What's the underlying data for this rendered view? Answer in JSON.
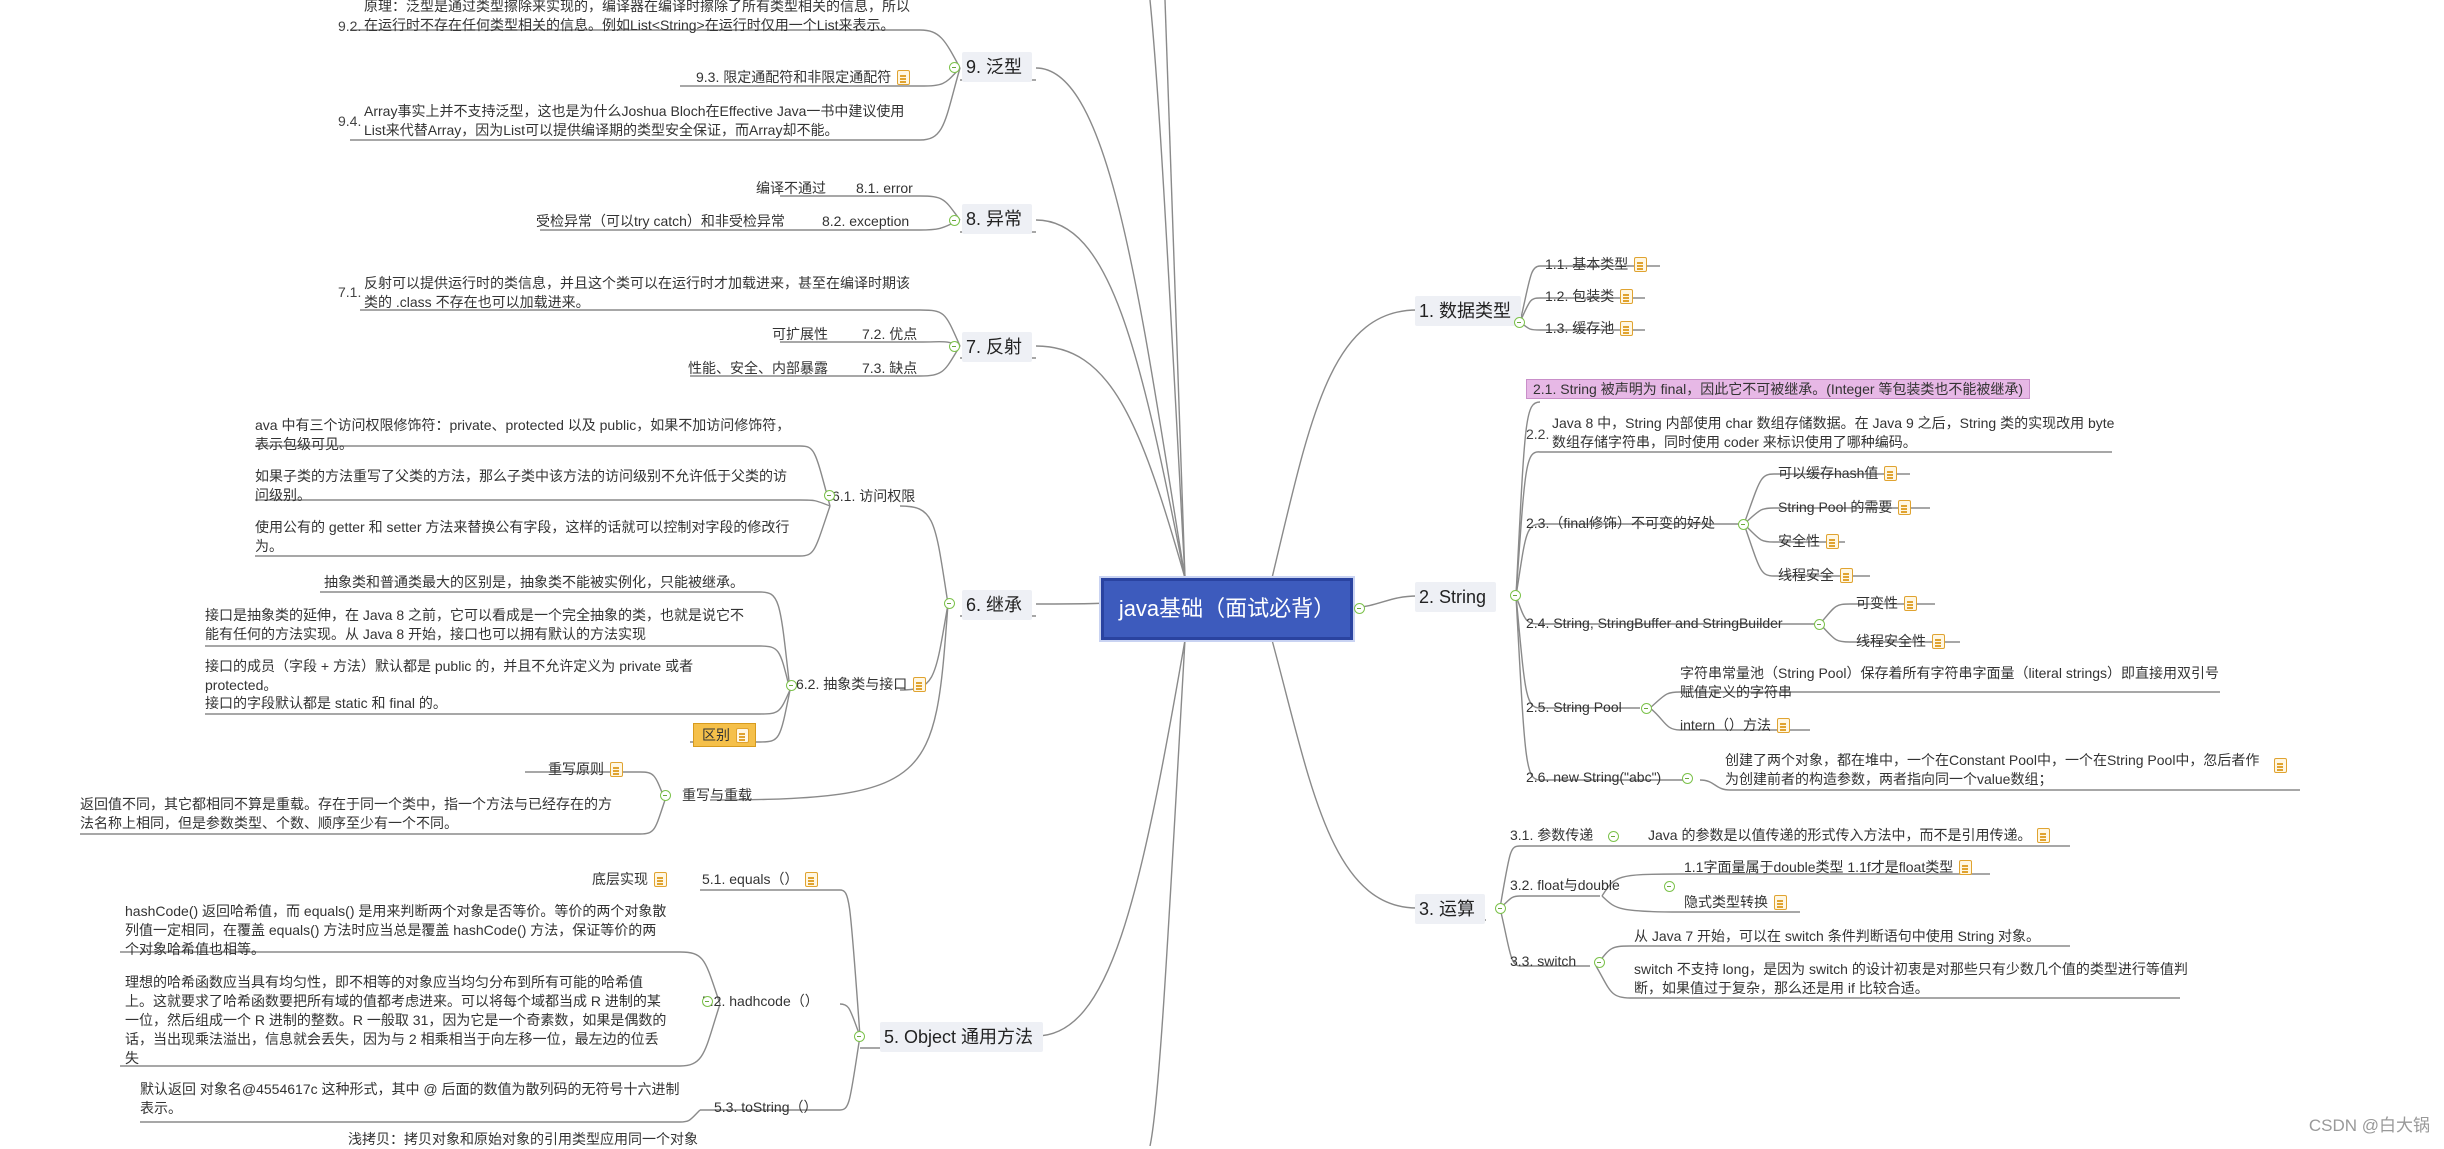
{
  "root": "java基础（面试必背）",
  "watermark": "CSDN @白大锅",
  "right": {
    "b1": {
      "label": "1. 数据类型",
      "items": [
        "1.1. 基本类型",
        "1.2. 包装类",
        "1.3. 缓存池"
      ]
    },
    "b2": {
      "label": "2. String",
      "i21": "2.1. String 被声明为 final，因此它不可被继承。(Integer 等包装类也不能被继承)",
      "i22_num": "2.2.",
      "i22": "Java 8 中，String 内部使用 char 数组存储数据。在 Java 9 之后，String 类的实现改用 byte 数组存储字符串，同时使用 coder 来标识使用了哪种编码。",
      "i23": "2.3.（final修饰）不可变的好处",
      "i23_items": [
        "可以缓存hash值",
        "String Pool 的需要",
        "安全性",
        "线程安全"
      ],
      "i24": "2.4. String, StringBuffer and StringBuilder",
      "i24_items": [
        "可变性",
        "线程安全性"
      ],
      "i25": "2.5. String Pool",
      "i25_a": "字符串常量池（String Pool）保存着所有字符串字面量（literal strings）即直接用双引号赋值定义的字符串",
      "i25_b": "intern（）方法",
      "i26": "2.6. new String(\"abc\")",
      "i26_a": "创建了两个对象，都在堆中，一个在Constant Pool中，一个在String Pool中，忽后者作为创建前者的构造参数，两者指向同一个value数组；"
    },
    "b3": {
      "label": "3. 运算",
      "i31": "3.1. 参数传递",
      "i31_a": "Java 的参数是以值传递的形式传入方法中，而不是引用传递。",
      "i32": "3.2. float与double",
      "i32_items": [
        "1.1字面量属于double类型 1.1f才是float类型",
        "隐式类型转换"
      ],
      "i33": "3.3. switch",
      "i33_a": "从 Java 7 开始，可以在 switch 条件判断语句中使用 String 对象。",
      "i33_b": "switch 不支持 long，是因为 switch 的设计初衷是对那些只有少数几个值的类型进行等值判断，如果值过于复杂，那么还是用 if 比较合适。"
    }
  },
  "left": {
    "b9": {
      "label": "9. 泛型",
      "i92_num": "9.2.",
      "i92": "原理：泛型是通过类型擦除来实现的，编译器在编译时擦除了所有类型相关的信息，所以在运行时不存在任何类型相关的信息。例如List<String>在运行时仅用一个List来表示。",
      "i93": "9.3. 限定通配符和非限定通配符",
      "i94_num": "9.4.",
      "i94": "Array事实上并不支持泛型，这也是为什么Joshua Bloch在Effective Java一书中建议使用List来代替Array，因为List可以提供编译期的类型安全保证，而Array却不能。"
    },
    "b8": {
      "label": "8. 异常",
      "i81": "8.1. error",
      "i81_a": "编译不通过",
      "i82": "8.2. exception",
      "i82_a": "受检异常（可以try catch）和非受检异常"
    },
    "b7": {
      "label": "7. 反射",
      "i71_num": "7.1.",
      "i71": "反射可以提供运行时的类信息，并且这个类可以在运行时才加载进来，甚至在编译时期该类的 .class 不存在也可以加载进来。",
      "i72": "7.2. 优点",
      "i72_a": "可扩展性",
      "i73": "7.3. 缺点",
      "i73_a": "性能、安全、内部暴露"
    },
    "b6": {
      "label": "6. 继承",
      "i61": "6.1. 访问权限",
      "i61_a": "ava 中有三个访问权限修饰符：private、protected 以及 public，如果不加访问修饰符，表示包级可见。",
      "i61_b": "如果子类的方法重写了父类的方法，那么子类中该方法的访问级别不允许低于父类的访问级别。",
      "i61_c": "使用公有的 getter 和 setter 方法来替换公有字段，这样的话就可以控制对字段的修改行为。",
      "i62": "6.2. 抽象类与接口",
      "i62_a": "抽象类和普通类最大的区别是，抽象类不能被实例化，只能被继承。",
      "i62_b": "接口是抽象类的延伸，在 Java 8 之前，它可以看成是一个完全抽象的类，也就是说它不能有任何的方法实现。从 Java 8 开始，接口也可以拥有默认的方法实现",
      "i62_c": "接口的成员（字段 + 方法）默认都是 public 的，并且不允许定义为 private 或者 protected。",
      "i62_d": "接口的字段默认都是 static 和 final 的。",
      "i62_tag": "区别",
      "i63": "重写与重载",
      "i63_a": "重写原则",
      "i63_b": "返回值不同，其它都相同不算是重载。存在于同一个类中，指一个方法与已经存在的方法名称上相同，但是参数类型、个数、顺序至少有一个不同。"
    },
    "b5": {
      "label": "5. Object 通用方法",
      "i51": "5.1. equals（）",
      "i51_a": "底层实现",
      "i52": "5.2. hadhcode（）",
      "i52_a": "hashCode() 返回哈希值，而 equals() 是用来判断两个对象是否等价。等价的两个对象散列值一定相同，在覆盖 equals() 方法时应当总是覆盖 hashCode() 方法，保证等价的两个对象哈希值也相等。",
      "i52_b": "理想的哈希函数应当具有均匀性，即不相等的对象应当均匀分布到所有可能的哈希值上。这就要求了哈希函数要把所有域的值都考虑进来。可以将每个域都当成 R 进制的某一位，然后组成一个 R 进制的整数。R 一般取 31，因为它是一个奇素数，如果是偶数的话，当出现乘法溢出，信息就会丢失，因为与 2 相乘相当于向左移一位，最左边的位丢失",
      "i53": "5.3. toString（）",
      "i53_a": "默认返回 对象名@4554617c 这种形式，其中 @ 后面的数值为散列码的无符号十六进制表示。",
      "i54_a": "浅拷贝：拷贝对象和原始对象的引用类型应用同一个对象"
    }
  }
}
